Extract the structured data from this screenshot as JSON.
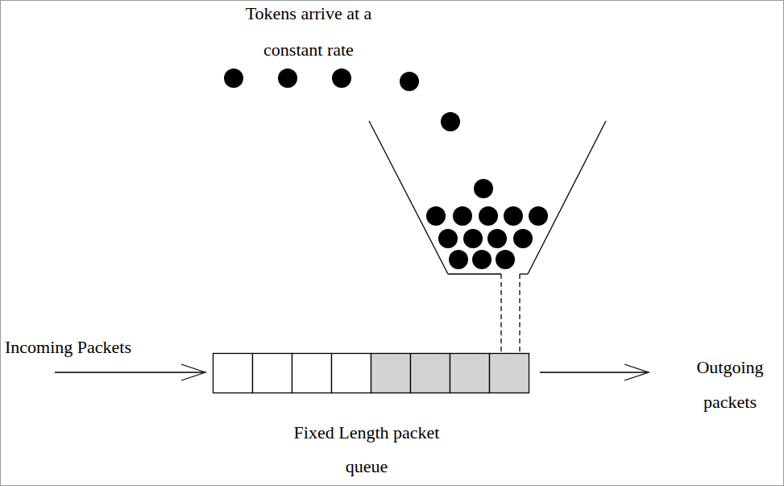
{
  "diagram": {
    "labels": [
      "Tokens arrive at a constant rate",
      "Incoming Packets",
      "Fixed Length packet queue",
      "Outgoing packets"
    ]
  }
}
